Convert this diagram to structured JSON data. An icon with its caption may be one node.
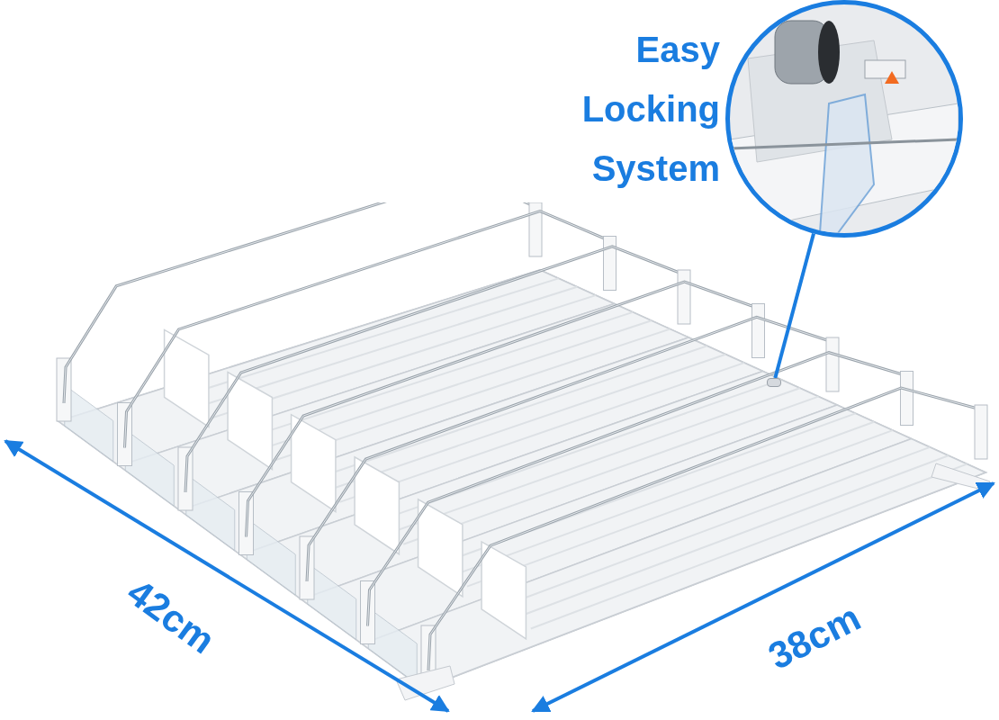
{
  "diagram": {
    "nodes": [
      {
        "text": [],
        "shape": "picture",
        "beside": [
          "Easy Locking System"
        ]
      },
      {
        "text": [],
        "shape": "box"
      }
    ],
    "edges": [
      {
        "from": 0,
        "to": 1,
        "arrow": "none"
      }
    ],
    "labels": [
      "42cm",
      "38cm"
    ]
  }
}
